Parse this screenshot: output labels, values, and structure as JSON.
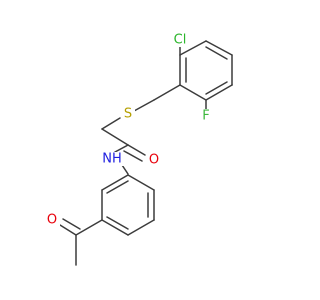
{
  "molecule": {
    "colors": {
      "bond": "#3c3c3c",
      "carbon": "#3c3c3c",
      "O": "#e8000b",
      "N": "#2020e0",
      "S": "#b5a000",
      "Cl": "#2bb52b",
      "F": "#3cb83c"
    },
    "labels": {
      "cl": "Cl",
      "f": "F",
      "s": "S",
      "o_amide": "O",
      "nh": "NH",
      "o_ketone": "O"
    }
  }
}
